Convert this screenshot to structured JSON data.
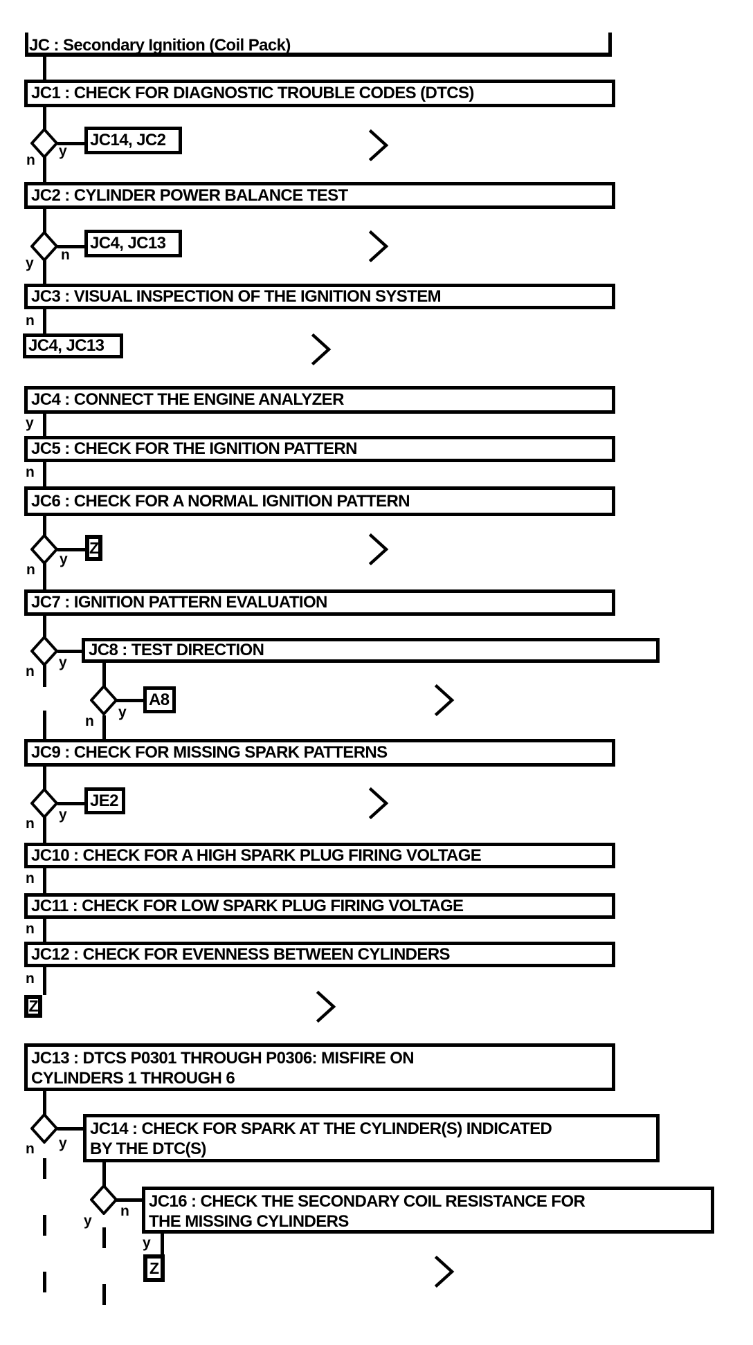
{
  "diagram": {
    "title": "JC : Secondary Ignition (Coil Pack)",
    "branch": {
      "yes": "y",
      "no": "n"
    },
    "colors": {
      "ink": "#000000",
      "paper": "#ffffff"
    },
    "steps": {
      "jc1": "JC1 : CHECK FOR DIAGNOSTIC TROUBLE CODES (DTCS)",
      "jc2": "JC2 : CYLINDER POWER BALANCE TEST",
      "jc3": "JC3 : VISUAL INSPECTION OF THE IGNITION SYSTEM",
      "jc4": "JC4 : CONNECT THE ENGINE ANALYZER",
      "jc5": "JC5 : CHECK FOR THE IGNITION PATTERN",
      "jc6": "JC6 : CHECK FOR A NORMAL IGNITION PATTERN",
      "jc7": "JC7 : IGNITION PATTERN EVALUATION",
      "jc8": "JC8 : TEST DIRECTION",
      "jc9": "JC9 : CHECK FOR MISSING SPARK PATTERNS",
      "jc10": "JC10 : CHECK FOR A HIGH SPARK PLUG FIRING VOLTAGE",
      "jc11": "JC11 : CHECK FOR LOW SPARK PLUG FIRING VOLTAGE",
      "jc12": "JC12 : CHECK FOR EVENNESS BETWEEN CYLINDERS",
      "jc13_line1": "JC13 : DTCS P0301 THROUGH P0306: MISFIRE ON",
      "jc13_line2": "CYLINDERS 1 THROUGH 6",
      "jc14_line1": "JC14 : CHECK FOR SPARK AT THE CYLINDER(S) INDICATED",
      "jc14_line2": "BY THE DTC(S)",
      "jc16_line1": "JC16 : CHECK THE SECONDARY COIL RESISTANCE FOR",
      "jc16_line2": "THE MISSING CYLINDERS"
    },
    "refs": {
      "after_jc1": "JC14, JC2",
      "after_jc2": "JC4, JC13",
      "after_jc3": "JC4, JC13",
      "after_jc6": "Z",
      "after_jc8": "A8",
      "after_jc9": "JE2",
      "after_jc12": "Z",
      "after_jc16": "Z"
    }
  }
}
